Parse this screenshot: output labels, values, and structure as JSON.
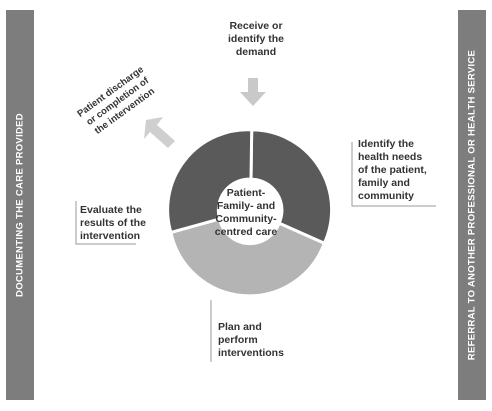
{
  "left_side": {
    "text": "DOCUMENTING THE CARE PROVIDED"
  },
  "right_side": {
    "text": "REFERRAL TO ANOTHER PROFESSIONAL OR HEALTH SERVICE"
  },
  "top_label": {
    "lines": [
      "Receive or",
      "identify the",
      "demand"
    ]
  },
  "right_label": {
    "lines": [
      "Identify the",
      "health needs",
      "of the patient,",
      "family and",
      "community"
    ]
  },
  "left_label": {
    "lines": [
      "Evaluate the",
      "results of the",
      "intervention"
    ]
  },
  "bottom_label": {
    "lines": [
      "Plan and",
      "perform",
      "interventions"
    ]
  },
  "discharge_label": {
    "lines": [
      "Patient discharge",
      "or completion of",
      "the intervention"
    ]
  },
  "center": {
    "lines": [
      "Patient-",
      "Family- and",
      "Community-",
      "centred care"
    ]
  },
  "colors": {
    "dark_segment": "#5a5a5a",
    "light_segment": "#b4b4b4",
    "bar": "#7d7d7d",
    "arrow": "#c9c9c9",
    "discharge_arrow": "#cfcfcf",
    "leader_line": "#9a9a9a"
  }
}
